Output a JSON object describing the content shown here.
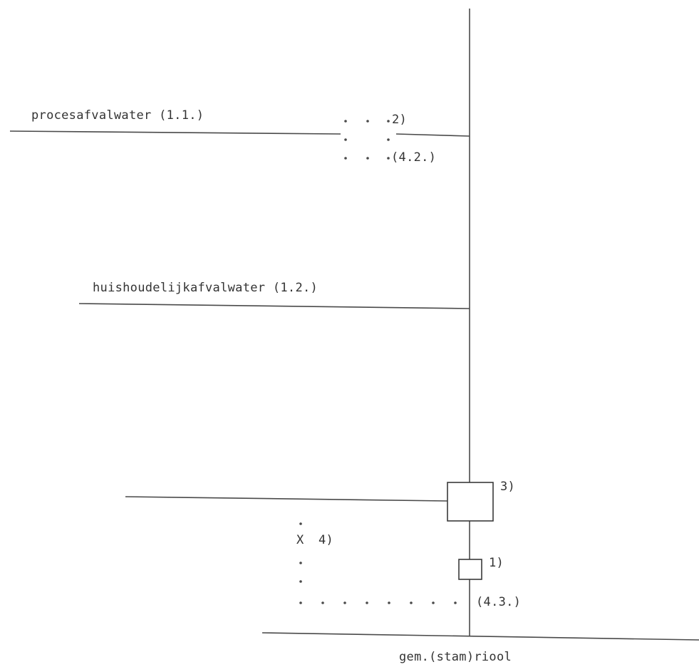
{
  "diagram": {
    "labels": {
      "process_water": "procesafvalwater (1.1.)",
      "domestic_water": "huishoudelijkafvalwater (1.2.)",
      "note_2": "2)",
      "ref_4_2": "(4.2.)",
      "note_3": "3)",
      "note_1": "1)",
      "x_mark": "X",
      "note_4": "4)",
      "ref_4_3": "(4.3.)",
      "sewer": "gem.(stam)riool"
    }
  }
}
